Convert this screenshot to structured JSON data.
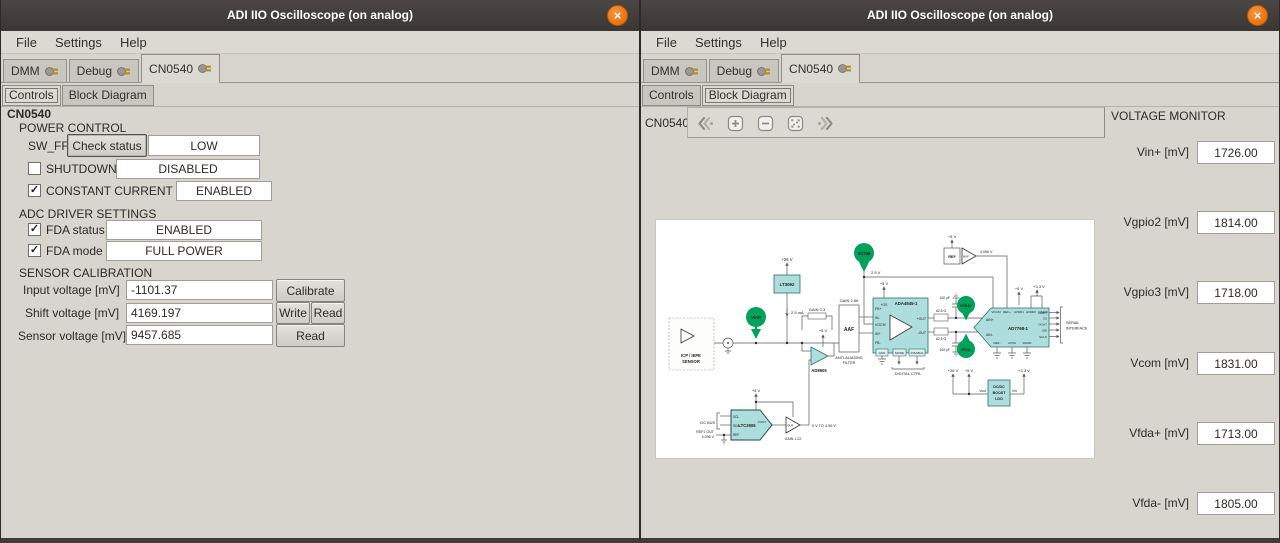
{
  "window": {
    "title": "ADI IIO Oscilloscope (on analog)",
    "close_glyph": "×"
  },
  "menu": {
    "file": "File",
    "settings": "Settings",
    "help": "Help"
  },
  "tabs": {
    "dmm": "DMM",
    "debug": "Debug",
    "cn0540": "CN0540"
  },
  "subtabs": {
    "controls": "Controls",
    "block_diagram": "Block Diagram"
  },
  "glyphs": {
    "check": "✓"
  },
  "icons": {
    "close": "close-icon",
    "plug": "plug-connected-icon",
    "back": "chevrons-left-icon",
    "zoom_in": "zoom-in-icon",
    "zoom_out": "zoom-out-icon",
    "fit": "fit-page-icon",
    "forward": "chevrons-right-icon"
  },
  "colors": {
    "accent_orange": "#e8710f",
    "teal_block": "#aedddd",
    "green_pin": "#00a15c",
    "titlebar": "#3b3735"
  },
  "controls_panel": {
    "title": "CN0540",
    "power_control": {
      "heading": "POWER CONTROL",
      "sw_ff_label": "SW_FF",
      "check_status_button": "Check status",
      "sw_ff_value": "LOW",
      "shutdown_label": "SHUTDOWN",
      "shutdown_value": "DISABLED",
      "shutdown_checked": false,
      "constant_current_label": "CONSTANT CURRENT",
      "constant_current_value": "ENABLED",
      "constant_current_checked": true
    },
    "adc_driver": {
      "heading": "ADC DRIVER SETTINGS",
      "fda_status_label": "FDA status",
      "fda_status_value": "ENABLED",
      "fda_status_checked": true,
      "fda_mode_label": "FDA mode",
      "fda_mode_value": "FULL POWER",
      "fda_mode_checked": true
    },
    "sensor_calibration": {
      "heading": "SENSOR CALIBRATION",
      "rows": [
        {
          "label": "Input voltage [mV]",
          "value": "-1101.37"
        },
        {
          "label": "Shift voltage [mV]",
          "value": "4169.197"
        },
        {
          "label": "Sensor voltage [mV]",
          "value": "9457.685"
        }
      ],
      "calibrate_button": "Calibrate",
      "write_button": "Write",
      "read_button": "Read",
      "read_button2": "Read"
    }
  },
  "diagram_panel": {
    "label": "CN0540",
    "voltage_monitor": {
      "heading": "VOLTAGE MONITOR",
      "rows": [
        {
          "label": "Vin+ [mV]",
          "value": "1726.00"
        },
        {
          "label": "Vgpio2 [mV]",
          "value": "1814.00"
        },
        {
          "label": "Vgpio3 [mV]",
          "value": "1718.00"
        },
        {
          "label": "Vcom [mV]",
          "value": "1831.00"
        },
        {
          "label": "Vfda+ [mV]",
          "value": "1713.00"
        },
        {
          "label": "Vfda- [mV]",
          "value": "1805.00"
        }
      ]
    },
    "diagram": {
      "sensor1": "ICP / IEPE",
      "sensor2": "SENSOR",
      "vinp": "VinP",
      "lt3092": "LT3092",
      "p26v": "+26 V",
      "i25ma": "2.5 mA",
      "gain03": "GAIN 0.3",
      "ad8605": "AD8605",
      "p5v_amp": "+5 V",
      "gain266": "GAIN 2.66",
      "aaf": "AAF",
      "antialias1": "ANTI-ALIASING",
      "antialias2": "FILTER",
      "vcom": "VCOM",
      "v25": "2.5 V",
      "ada4945": "ADA4945-1",
      "pos_os": "+OS",
      "p5v_fda": "+5 V",
      "fbp": "FB+",
      "inm": "IN-",
      "vocm_l": "VOCM",
      "inp": "IN+",
      "fbm": "FB-",
      "pout": "+OUT",
      "mout": "-OUT",
      "gnd": "GND",
      "mode": "MODE",
      "disable": "DISABLE",
      "digital_ctrl": "DIGITAL CTRL",
      "c100_top": "100 pF",
      "c100_bot": "100 pF",
      "r62_top": "62.5 Ω",
      "r62_bot": "62.5 Ω",
      "vfdap": "VFDA+",
      "vfdam": "VFDA-",
      "ad7768": "AD7768-1",
      "vocm_t": "VOCM",
      "refp": "REF+",
      "avdd1": "AVDD1",
      "avdd2": "AVDD2",
      "iovdd": "IOVDD",
      "p5v_adc": "+5 V",
      "p33v_adc": "+3.3 V",
      "ainp": "AIN+",
      "ainm": "AIN-",
      "refm": "REF-",
      "avss": "AVSS",
      "dgnd": "DGND",
      "drdy": "DRDY",
      "cs": "CS",
      "dout": "DOUT",
      "sdi": "SDI",
      "sclk": "SCLK",
      "serial1": "SERIAL",
      "serial2": "INTERFACE",
      "ref_box": "REF",
      "buf1": "BUF",
      "v4096": "4.096 V",
      "p5v_ref": "+5 V",
      "dcdc1": "DC/DC",
      "dcdc2": "BOOST",
      "dcdc3": "LDO",
      "vout_sm": "Vout",
      "vin_sm": "Vin",
      "p26v_dc": "+26 V",
      "p5v_dc": "+5 V",
      "p33v_dc": "+3.3 V",
      "ltc2606": "LTC2606",
      "scl": "SCL",
      "sda": "SDA",
      "ref_pin": "REF",
      "vout_pin": "VOUT",
      "i2c": "I2C BUS",
      "ref1out1": "REF1 OUT",
      "ref1out2": "4.096 V",
      "p5v_dac": "+5 V",
      "buf2": "BUF",
      "gain122": "GAIN 1.22",
      "range": "0 V TO 4.99 V"
    }
  }
}
